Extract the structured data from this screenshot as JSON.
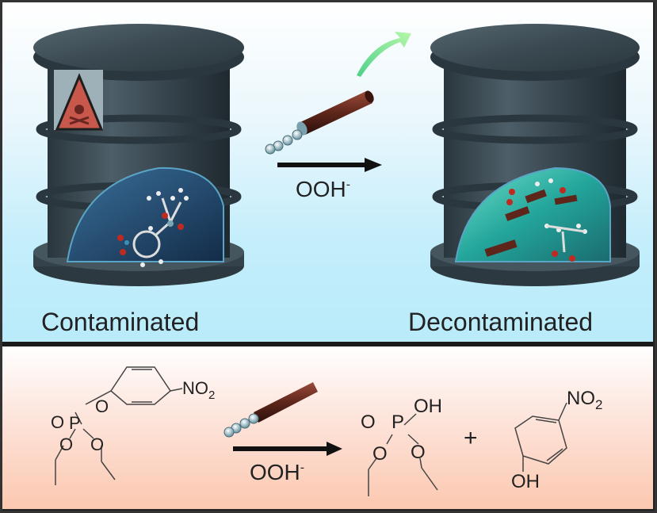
{
  "top_panel": {
    "left_barrel_label": "Contaminated",
    "right_barrel_label": "Decontaminated",
    "reagent_label": "OOH",
    "reagent_charge": "-",
    "hazard_icon": "skull-crossbones-warning",
    "colors": {
      "background_top": "#ffffff",
      "background_bottom": "#b9ebfa",
      "barrel": "#3d4c55",
      "nanotube": "#6b2e22",
      "arrow_exhaust": "#9ff2a4"
    }
  },
  "bottom_panel": {
    "reactant": {
      "groups": [
        "O",
        "P",
        "O",
        "O",
        "O"
      ],
      "substituent": "NO",
      "substituent_sub": "2"
    },
    "reagent_label": "OOH",
    "reagent_charge": "-",
    "product1": {
      "oh": "OH",
      "p": "P",
      "o_double": "O",
      "o_left": "O",
      "o_right": "O"
    },
    "plus": "+",
    "product2": {
      "nitro": "NO",
      "nitro_sub": "2",
      "hydroxyl": "OH"
    },
    "colors": {
      "background_top": "#ffffff",
      "background_bottom": "#fcc8b0"
    }
  }
}
